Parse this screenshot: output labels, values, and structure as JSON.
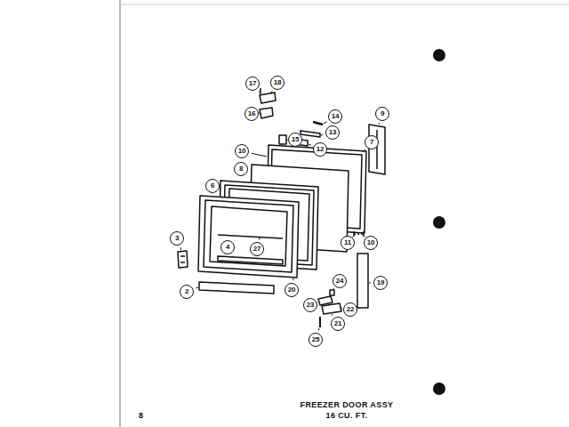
{
  "diagram": {
    "title": "FREEZER DOOR ASSY 16 CU. FT.",
    "labels": [
      "17",
      "18",
      "16",
      "15",
      "14",
      "13",
      "12",
      "9",
      "10",
      "7",
      "8",
      "6",
      "3",
      "11",
      "10",
      "4",
      "27",
      "2",
      "20",
      "19",
      "24",
      "23",
      "22",
      "21",
      "25",
      "8"
    ]
  }
}
